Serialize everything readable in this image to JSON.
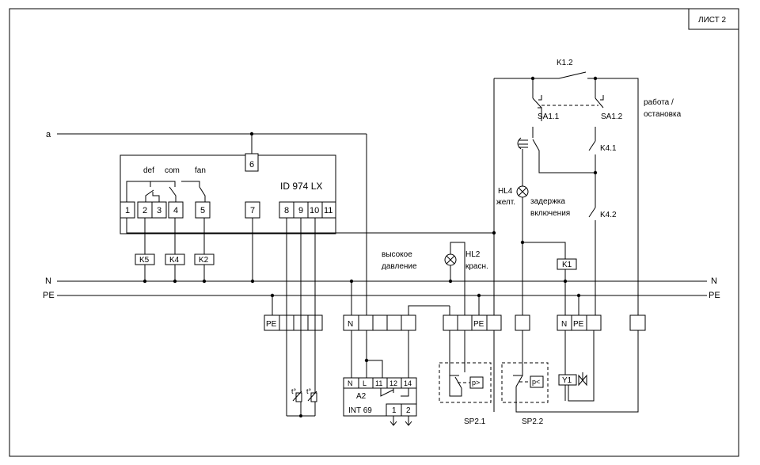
{
  "sheet": {
    "label": "ЛИСТ 2"
  },
  "bus": {
    "a": "a",
    "n_left": "N",
    "n_right": "N",
    "pe_left": "PE",
    "pe_right": "PE"
  },
  "controller": {
    "model": "ID 974 LX",
    "top_terminal": "6",
    "relay_labels": [
      "def",
      "com",
      "fan"
    ],
    "terminals": [
      "1",
      "2",
      "3",
      "4",
      "5",
      "7",
      "8",
      "9",
      "10",
      "11"
    ]
  },
  "coils": [
    "K5",
    "K4",
    "K2",
    "K1"
  ],
  "labels": {
    "high_pressure_1": "высокое",
    "high_pressure_2": "давление",
    "hl2": "HL2",
    "hl2_color": "красн.",
    "hl4": "HL4",
    "hl4_color": "желт.",
    "delay_1": "задержка",
    "delay_2": "включения",
    "k12": "K1.2",
    "sa11": "SA1.1",
    "sa12": "SA1.2",
    "k41": "K4.1",
    "k42": "K4.2",
    "run_stop_1": "работа /",
    "run_stop_2": "остановка",
    "sp21": "SP2.1",
    "sp22": "SP2.2",
    "p_high": "p>",
    "p_low": "p<",
    "y1": "Y1"
  },
  "terminal_blocks": {
    "block_pe": "PE",
    "block_n": "N",
    "block_hl2_pe": "PE",
    "block_k1_n": "N",
    "block_k1_pe": "PE"
  },
  "int69": {
    "name": "A2",
    "model": "INT 69",
    "top_terminals": [
      "N",
      "L",
      "11",
      "12",
      "14"
    ],
    "bottom_terminals": [
      "1",
      "2"
    ]
  }
}
